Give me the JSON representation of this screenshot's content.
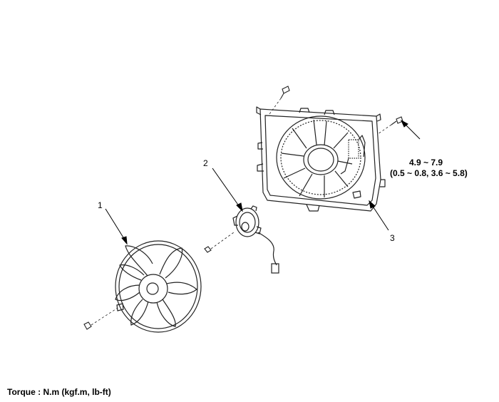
{
  "callouts": [
    {
      "id": "1",
      "text": "1"
    },
    {
      "id": "2",
      "text": "2"
    },
    {
      "id": "3",
      "text": "3"
    }
  ],
  "torque_spec": {
    "line1": "4.9 ~ 7.9",
    "line2": "(0.5 ~ 0.8, 3.6 ~ 5.8)"
  },
  "footer_note": "Torque : N.m (kgf.m, lb-ft)"
}
